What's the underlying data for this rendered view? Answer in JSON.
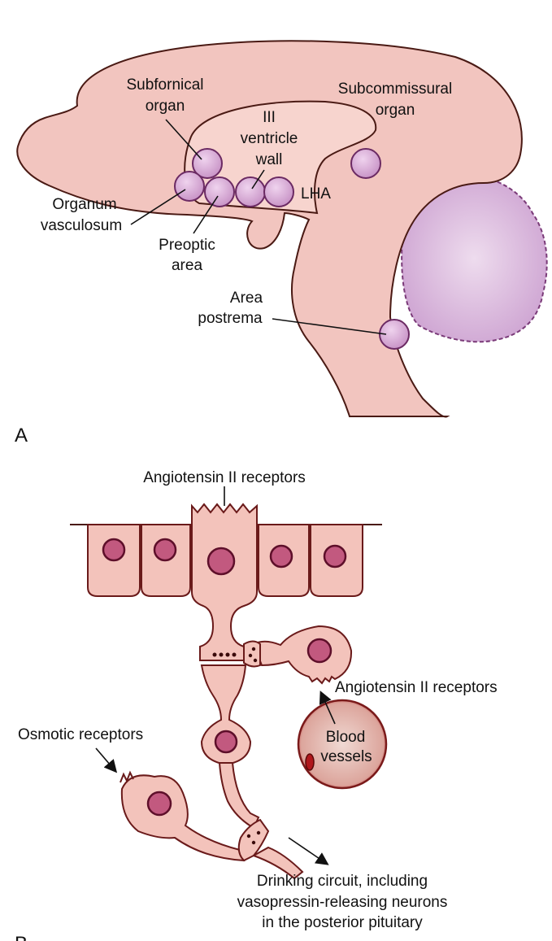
{
  "panel_a": {
    "label": "A",
    "subfornical_organ": [
      "Subfornical",
      "organ"
    ],
    "subcommissural_organ": [
      "Subcommissural",
      "organ"
    ],
    "third_ventricle_wall": [
      "III",
      "ventricle",
      "wall"
    ],
    "lha": "LHA",
    "organum_vasculosum": [
      "Organum",
      "vasculosum"
    ],
    "preoptic_area": [
      "Preoptic",
      "area"
    ],
    "area_postrema": [
      "Area",
      "postrema"
    ]
  },
  "panel_b": {
    "label": "B",
    "angiotensin_top": "Angiotensin II receptors",
    "angiotensin_side": "Angiotensin II receptors",
    "osmotic_receptors": "Osmotic receptors",
    "blood_vessels": [
      "Blood",
      "vessels"
    ],
    "drinking_circuit": [
      "Drinking circuit, including",
      "vasopressin-releasing neurons",
      "in the posterior pituitary"
    ]
  },
  "colors": {
    "tissue": "#f2c5bf",
    "organ": "#d7a6d4",
    "nucleus": "#c2597f",
    "vessel": "#c0393b",
    "cerebellum": "#d9b4dc"
  }
}
